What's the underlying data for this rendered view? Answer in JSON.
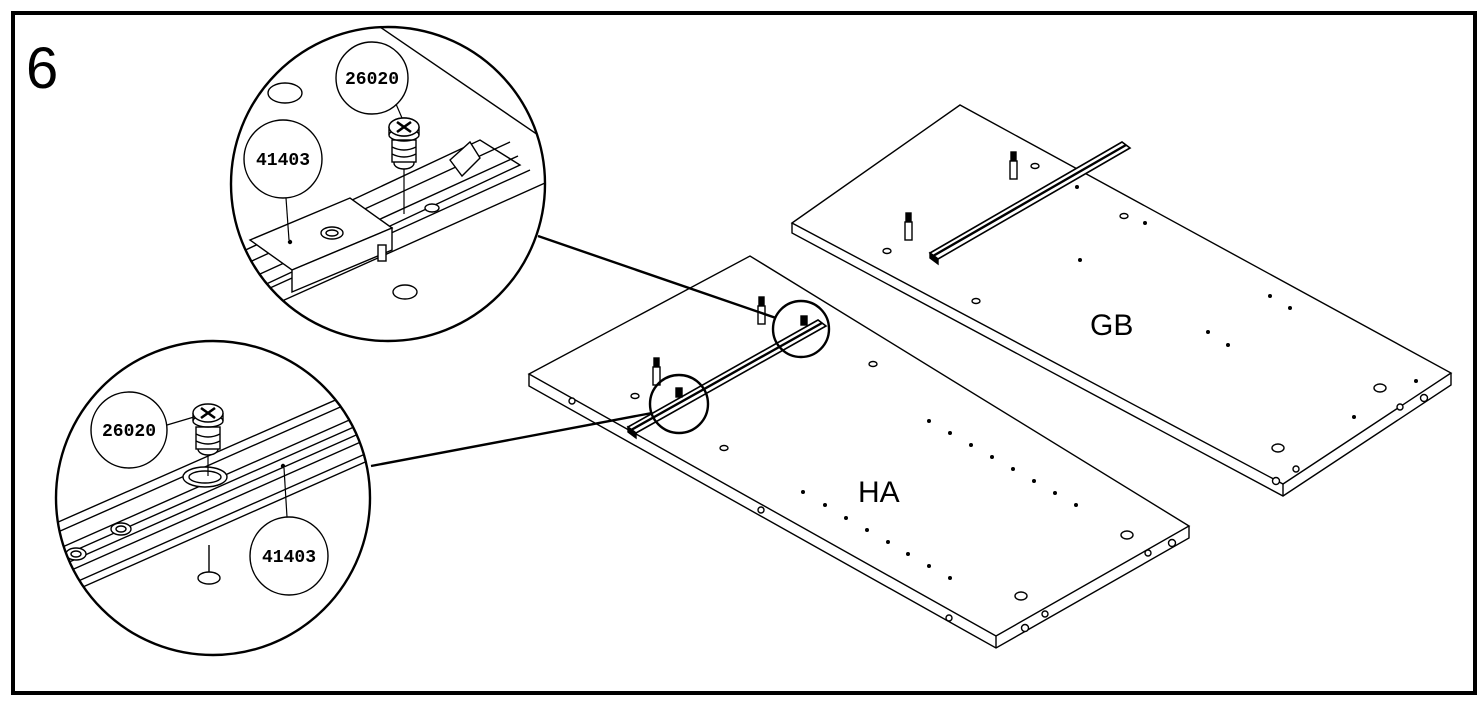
{
  "step": {
    "number": "6"
  },
  "panels": {
    "front": "HA",
    "back": "GB"
  },
  "callouts": {
    "upper_screw": "26020",
    "upper_rail": "41403",
    "lower_screw": "26020",
    "lower_rail": "41403"
  }
}
